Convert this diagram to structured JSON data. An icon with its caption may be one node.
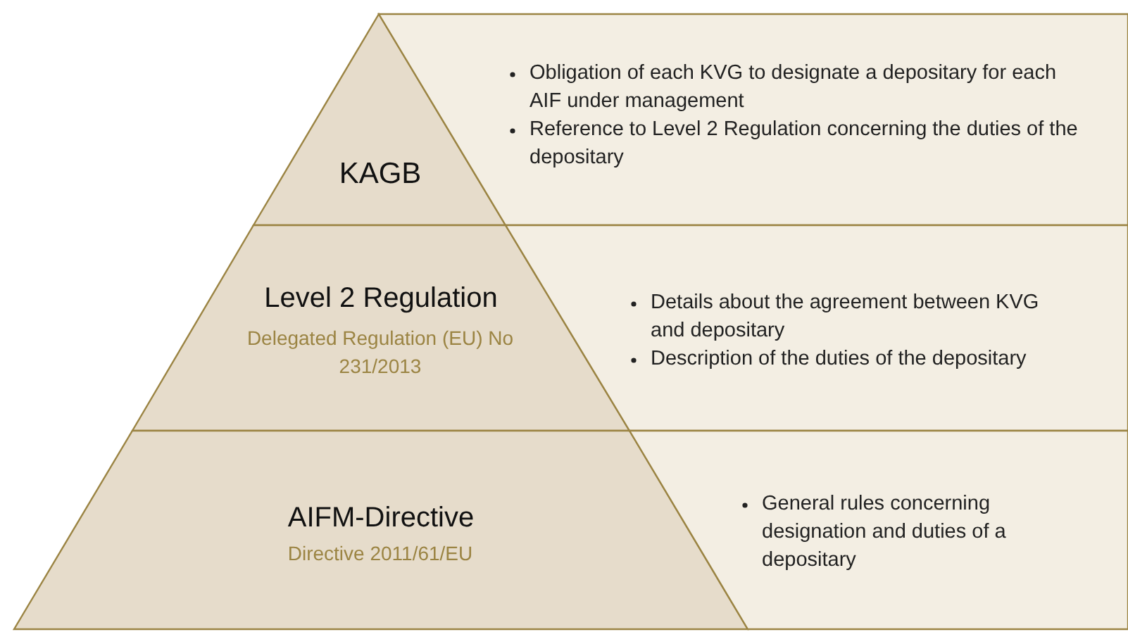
{
  "diagram": {
    "nodes": [
      {
        "text": [
          "KAGB"
        ]
      },
      {
        "text": [
          "Obligation of each KVG to designate a depositary for each AIF under management",
          "Reference to Level 2 Regulation concerning the duties of the depositary"
        ]
      },
      {
        "text": [
          "Level 2 Regulation",
          "Delegated Regulation (EU) No 231/2013"
        ]
      },
      {
        "text": [
          "Details about the agreement between KVG and depositary",
          "Description of the duties of the depositary"
        ]
      },
      {
        "text": [
          "AIFM-Directive",
          "Directive 2011/61/EU"
        ]
      },
      {
        "text": [
          "General rules concerning designation and duties of a depositary"
        ]
      }
    ]
  }
}
